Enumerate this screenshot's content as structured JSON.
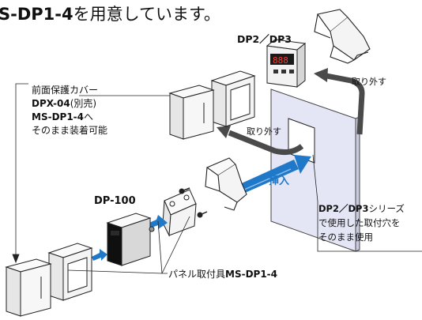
{
  "header": {
    "part_code": "S-DP1-4",
    "suffix": "を用意しています。"
  },
  "labels": {
    "dp23": "DP2／DP3",
    "remove_top": "取り外す",
    "remove_mid": "取り外す",
    "cover_line1": "前面保護カバー",
    "cover_code": "DPX-04",
    "cover_sold": "(別売)",
    "cover_compat_code": "MS-DP1-4",
    "cover_compat_suffix": "へ",
    "cover_line4": "そのまま装着可能",
    "dp100": "DP-100",
    "insert": "挿入",
    "note_code": "DP2／DP3",
    "note_suffix": "シリーズ",
    "note_line2": "で使用した取付穴を",
    "note_line3": "そのまま使用",
    "panel_prefix": "パネル取付具",
    "panel_code": "MS-DP1-4"
  },
  "colors": {
    "blue_arrow": "#1f78c8",
    "panel_fill": "#e4e6f5",
    "gray_arrow": "#4a4a4a",
    "display_bg": "#1a1a1a",
    "segment": "#ff3b2f"
  },
  "display": {
    "value": "888"
  },
  "icons": [
    "remove-arrow-icon",
    "insert-arrow-icon",
    "screw-icon"
  ]
}
